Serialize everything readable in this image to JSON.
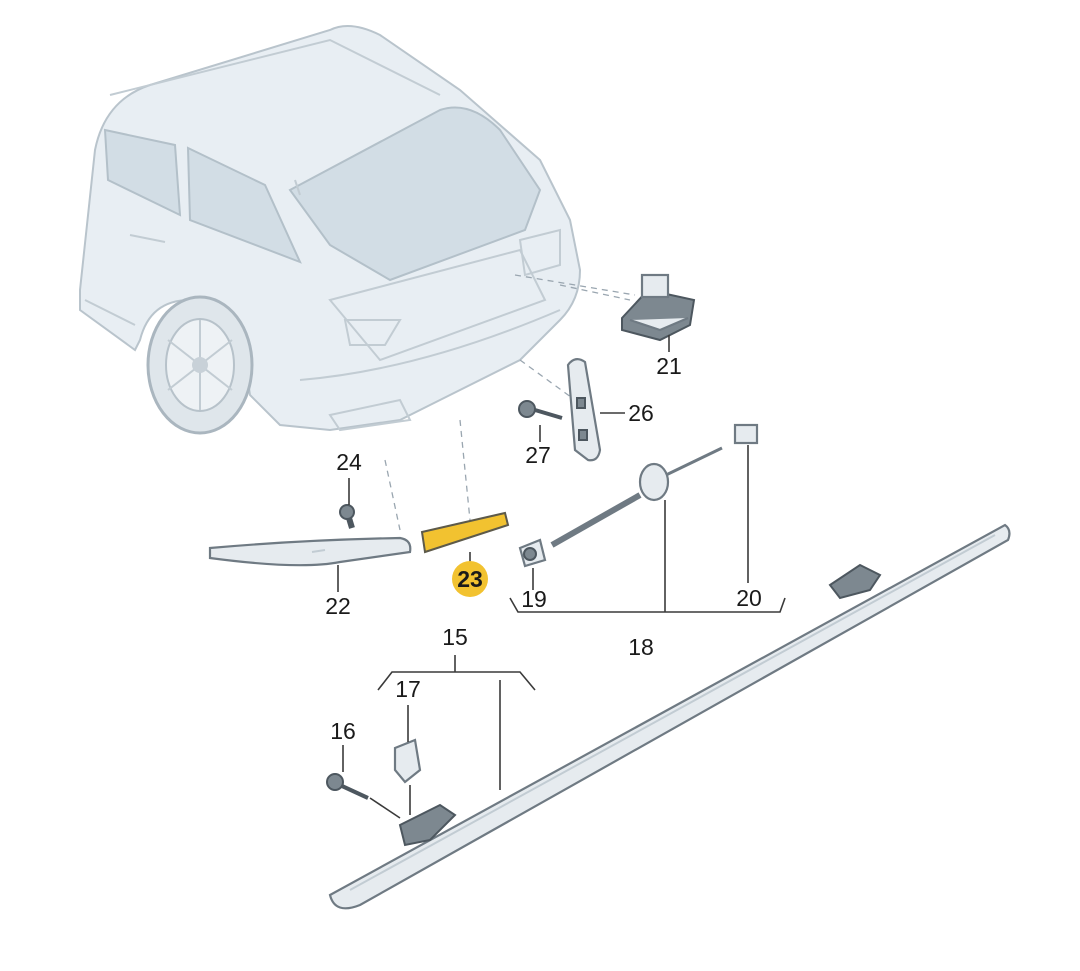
{
  "diagram": {
    "highlight_color": "#f2c230",
    "highlight_part": "23",
    "labels": {
      "p15": "15",
      "p16": "16",
      "p17": "17",
      "p18": "18",
      "p19": "19",
      "p20": "20",
      "p21": "21",
      "p22": "22",
      "p23": "23",
      "p24": "24",
      "p26": "26",
      "p27": "27"
    }
  }
}
